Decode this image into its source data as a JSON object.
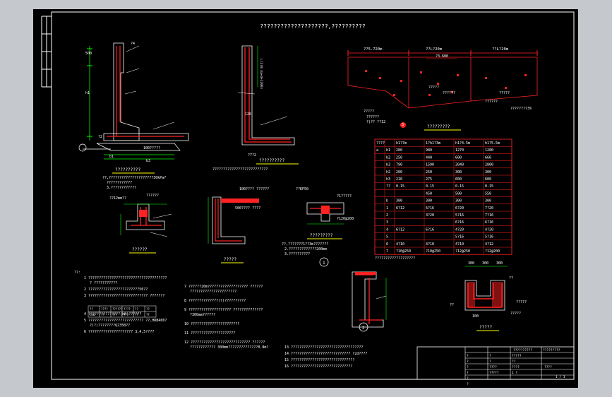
{
  "drawing": {
    "title": "????????????????????,??????????",
    "colors": {
      "background": "#000000",
      "frame": "#ffffff",
      "rebar": "#ff2a2a",
      "dimension": "#00ff00",
      "label_underline": "#ffff00",
      "text": "#ffffff",
      "table": "#ff2a2a"
    },
    "left_strip": {
      "cells": [
        "",
        "",
        "",
        ""
      ]
    },
    "detail_titles": {
      "wall_section": "??????????",
      "mid_section": "??????????",
      "profile": "?????????",
      "corner": "??????",
      "small_wall": "?????",
      "slab_detail": "?????????",
      "node": "?????"
    },
    "wall_section_notes": [
      "??,?????????????????????30kPa?",
      "????????????",
      "3.????????????"
    ],
    "wall_labels": {
      "top_dim": "500",
      "height": "h1",
      "base_left": "b1",
      "base_right": "b3",
      "base_label": "100?????",
      "pile": "?2",
      "bar_tag": "?4"
    },
    "mid_section_note": "??????????????????????????",
    "mid_labels": {
      "dim": "120",
      "note": "L/2(0.4a+d+1200)",
      "tag": "?7?2"
    },
    "profile_dims": [
      "??5.720m",
      "??L?20m",
      "??L?20m"
    ],
    "profile_elev": "?3.600",
    "profile_labels": [
      "?????",
      "??????",
      "?????",
      "??????",
      "????????3%",
      "?????",
      "??????",
      "?)?? ??12"
    ],
    "corner_labels": {
      "top": "??????????",
      "dim1": "??12mm??",
      "dim2": "??????"
    },
    "small_wall_labels": {
      "top": "100???? ??????",
      "mid": "500???? ????"
    },
    "slab_labels": {
      "tag": "??KP50",
      "dim": "?1?????",
      "spacing": "?120@200"
    },
    "slab_notes": [
      "??,???????1??3m???????",
      "2.?????????????200mm",
      "3.??????????"
    ],
    "circle_tags": [
      "1",
      "2",
      "3"
    ],
    "table": {
      "header": [
        "????",
        "h1?7m",
        "1?h1?3m",
        "h1?4.5m",
        "h1?5.5m"
      ],
      "rows": [
        [
          "a",
          "b1",
          "280",
          "980",
          "1270",
          "1200"
        ],
        [
          "",
          "b2",
          "250",
          "440",
          "600",
          "660"
        ],
        [
          "",
          "b3",
          "790",
          "1590",
          "2040",
          "2800"
        ],
        [
          "",
          "h2",
          "200",
          "250",
          "300",
          "300"
        ],
        [
          "",
          "h3",
          "210",
          "275",
          "600",
          "600"
        ],
        [
          "",
          "??",
          "0.15",
          "0.15",
          "0.15",
          "0.15"
        ],
        [
          "",
          "",
          "",
          "450",
          "500",
          "550"
        ],
        [
          "",
          "b",
          "300",
          "300",
          "300",
          "300"
        ],
        [
          "",
          "1",
          "6?12",
          "6?16",
          "6?20",
          "7?20"
        ],
        [
          "",
          "2",
          "",
          "3?20",
          "5?16",
          "7?16"
        ],
        [
          "",
          "3",
          "",
          "",
          "6?16",
          "6?16"
        ],
        [
          "",
          "4",
          "6?12",
          "6?16",
          "4?20",
          "4?20"
        ],
        [
          "",
          "5",
          "",
          "",
          "5?16",
          "5?16"
        ],
        [
          "",
          "6",
          "4?10",
          "4?10",
          "4?10",
          "4?12"
        ],
        [
          "",
          "7",
          "?10@250",
          "?10@250",
          "?12@250",
          "?12@200"
        ]
      ],
      "note": "???????????????????"
    },
    "node_dims": [
      "300",
      "300",
      "300"
    ],
    "node_small": [
      "??",
      "100",
      "?????",
      "??",
      "?????"
    ],
    "notes_title": "??:",
    "notes": [
      "1  ?????????????????????????????????????? ???????????",
      "2  ????????????????????????50??",
      "3  ???????????????????????????? ???????",
      "4  ???????????????(kN)??????",
      "5  ?????????????????????????? ??,HRB400??(?)????????Q235B??",
      "6  ????????????????????? 3,4,5????"
    ],
    "notes_table": {
      "header": [
        "??",
        "????",
        "??????",
        "????",
        "??",
        "??"
      ],
      "rows": [
        [
          "C30",
          "??",
          "???",
          "???",
          "??",
          "??"
        ]
      ]
    },
    "notes_mid": [
      "7  ??????20m??????????????????? ????????????????????????????",
      "8  ??????????????(?)??????????",
      "9  ???????????????????? ???????????????300mm??????",
      "10 ???????????????????????",
      "11 ?????????????????????",
      "12 ???????????????????????????? ?????????????????? 300mm??????????????0.8m?"
    ],
    "notes_bottom": [
      "13 ??????????????????????????????????",
      "14 ???????????????????????????? ?2d????",
      "15 ??????????????????????????????",
      "16 ?????????????????????????????"
    ],
    "title_block": {
      "project": "??????????",
      "drawing_no": "?????????",
      "cells": [
        "?",
        "?",
        "?",
        "?",
        "?",
        "?",
        "?",
        "?",
        "????",
        "?????",
        "?????",
        "??",
        "????",
        "1 ?"
      ],
      "scale": "????",
      "page": "1 / 1"
    }
  }
}
